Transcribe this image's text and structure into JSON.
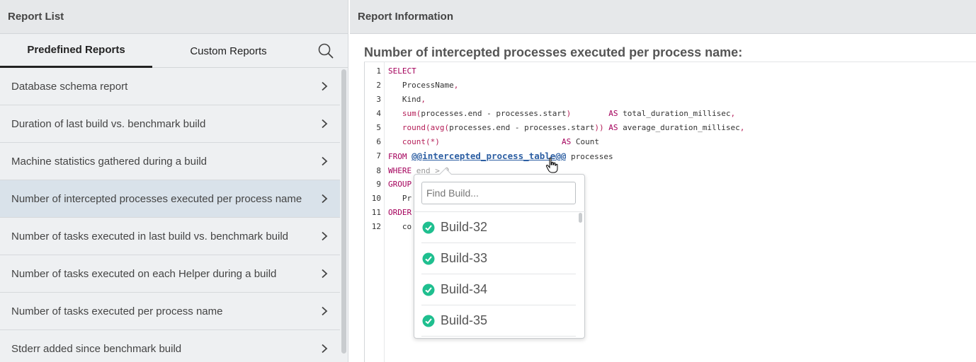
{
  "left_panel": {
    "header": "Report List",
    "tabs": [
      {
        "label": "Predefined Reports",
        "active": true
      },
      {
        "label": "Custom Reports",
        "active": false
      }
    ],
    "search_icon": "search-icon",
    "reports": [
      {
        "label": "Database schema report",
        "selected": false
      },
      {
        "label": "Duration of last build vs. benchmark build",
        "selected": false
      },
      {
        "label": "Machine statistics gathered during a build",
        "selected": false
      },
      {
        "label": "Number of intercepted processes executed per process name",
        "selected": true
      },
      {
        "label": "Number of tasks executed in last build vs. benchmark build",
        "selected": false
      },
      {
        "label": "Number of tasks executed on each Helper during a build",
        "selected": false
      },
      {
        "label": "Number of tasks executed per process name",
        "selected": false
      },
      {
        "label": "Stderr added since benchmark build",
        "selected": false
      }
    ]
  },
  "right_panel": {
    "header": "Report Information",
    "title": "Number of intercepted processes executed per process name:",
    "line_numbers": [
      "1",
      "2",
      "3",
      "4",
      "5",
      "6",
      "7",
      "8",
      "9",
      "10",
      "11",
      "12"
    ],
    "code": {
      "l1_kw": "SELECT",
      "l2": "   ProcessName",
      "l2_punct": ",",
      "l3": "   Kind",
      "l3_punct": ",",
      "l4_fn": "   sum(",
      "l4_body": "processes.end - processes.start",
      "l4_close": ")",
      "l4_pad": "        ",
      "l4_as": "AS",
      "l4_alias": " total_duration_millisec",
      "l4_punct": ",",
      "l5_fn1": "   round(",
      "l5_fn2": "avg(",
      "l5_body": "processes.end - processes.start",
      "l5_close": "))",
      "l5_pad": " ",
      "l5_as": "AS",
      "l5_alias": " average_duration_millisec",
      "l5_punct": ",",
      "l6_fn": "   count(*)",
      "l6_pad": "                          ",
      "l6_as": "AS",
      "l6_alias": " Count",
      "l7_kw": "FROM",
      "l7_table": "@@intercepted_process_table@@",
      "l7_rest": " processes",
      "l8_kw": "WHERE",
      "l8_rest": " end > 0",
      "l9_kw": "GROUP",
      "l10": "   Pr",
      "l11_kw": "ORDER",
      "l12": "   co"
    }
  },
  "dropdown": {
    "placeholder": "Find Build...",
    "builds": [
      {
        "label": "Build-32",
        "status": "success"
      },
      {
        "label": "Build-33",
        "status": "success"
      },
      {
        "label": "Build-34",
        "status": "success"
      },
      {
        "label": "Build-35",
        "status": "success"
      }
    ],
    "status_color": "#1fbf8f"
  }
}
